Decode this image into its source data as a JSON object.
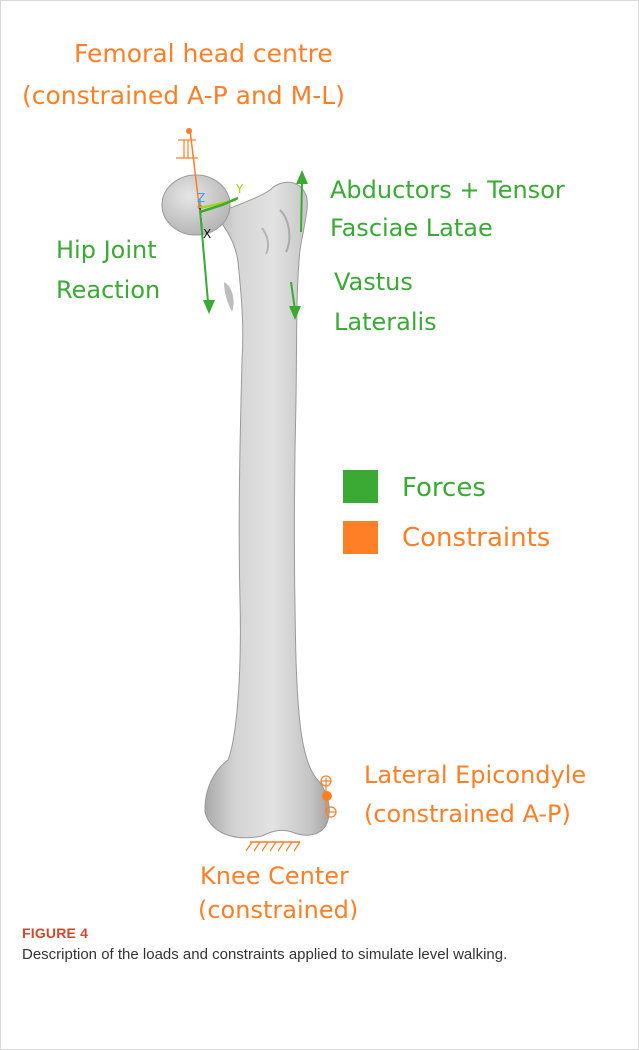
{
  "figure": {
    "labels": {
      "femoral_head_line1": "Femoral head centre",
      "femoral_head_line2": "(constrained A-P and M-L)",
      "abductors_line1": "Abductors + Tensor",
      "abductors_line2": "Fasciae Latae",
      "hip_line1": "Hip Joint",
      "hip_line2": "Reaction",
      "vastus_line1": "Vastus",
      "vastus_line2": "Lateralis",
      "epicondyle_line1": "Lateral Epicondyle",
      "epicondyle_line2": "(constrained A-P)",
      "knee_line1": "Knee Center",
      "knee_line2": "(constrained)",
      "axis_z": "Z",
      "axis_y": "Y",
      "axis_x": "X"
    },
    "legend": [
      {
        "label": "Forces",
        "color": "#3aaa35"
      },
      {
        "label": "Constraints",
        "color": "#ff7f27"
      }
    ],
    "colors": {
      "force": "#3aaa35",
      "constraint": "#ff7f27",
      "bone": "#cfcfcf"
    }
  },
  "caption": {
    "heading": "FIGURE 4",
    "text": "Description of the loads and constraints applied to simulate level walking."
  }
}
